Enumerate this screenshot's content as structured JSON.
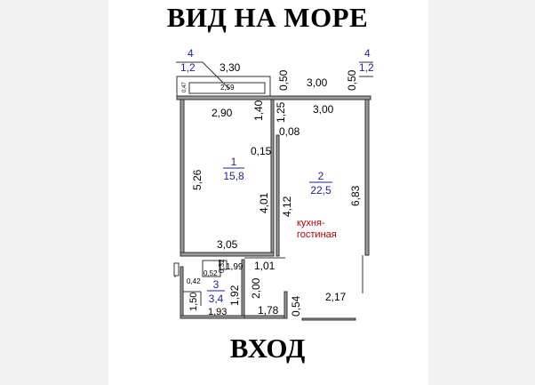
{
  "titles": {
    "top": "ВИД НА МОРЕ",
    "bottom": "ВХОД"
  },
  "colors": {
    "room_label": "#1f1f9a",
    "room_name": "#c00000",
    "wall": "#333333",
    "dimension_text": "#000000"
  },
  "balcony_left": {
    "number": "4",
    "area": "1,2"
  },
  "balcony_right": {
    "number": "4",
    "area": "1,2"
  },
  "rooms": {
    "room1": {
      "number": "1",
      "area": "15,8"
    },
    "room2": {
      "number": "2",
      "area": "22,5",
      "name_line1": "кухня-",
      "name_line2": "гостиная"
    },
    "room3": {
      "number": "3",
      "area": "3,4"
    }
  },
  "dimensions": {
    "balcony_width": "3,30",
    "balcony_depth_a": "0,50",
    "right_top": "3,00",
    "balcony_depth_b": "0,50",
    "balcony_inner_len": "2,59",
    "balcony_inner_depth": "0,47",
    "room1_top": "2,90",
    "room1_wall_a": "1,40",
    "corridor_top": "1,25",
    "room2_top": "3,00",
    "corridor_gap": "0,08",
    "room1_left": "5,26",
    "corridor_w": "0,15",
    "room1_right": "4,01",
    "room2_inner": "4,12",
    "room2_right": "6,83",
    "room1_bottom": "3,05",
    "bath_a": "0,52",
    "bath_b": "0,32",
    "bath_c": "1,99",
    "bath_d": "0,42",
    "hall_w": "1,01",
    "bath_left": "1,50",
    "bath_right": "1,92",
    "hall_h": "2,00",
    "bath_bottom": "1,93",
    "hall_bottom": "1,78",
    "entry_h": "0,54",
    "entry_w": "2,17"
  }
}
